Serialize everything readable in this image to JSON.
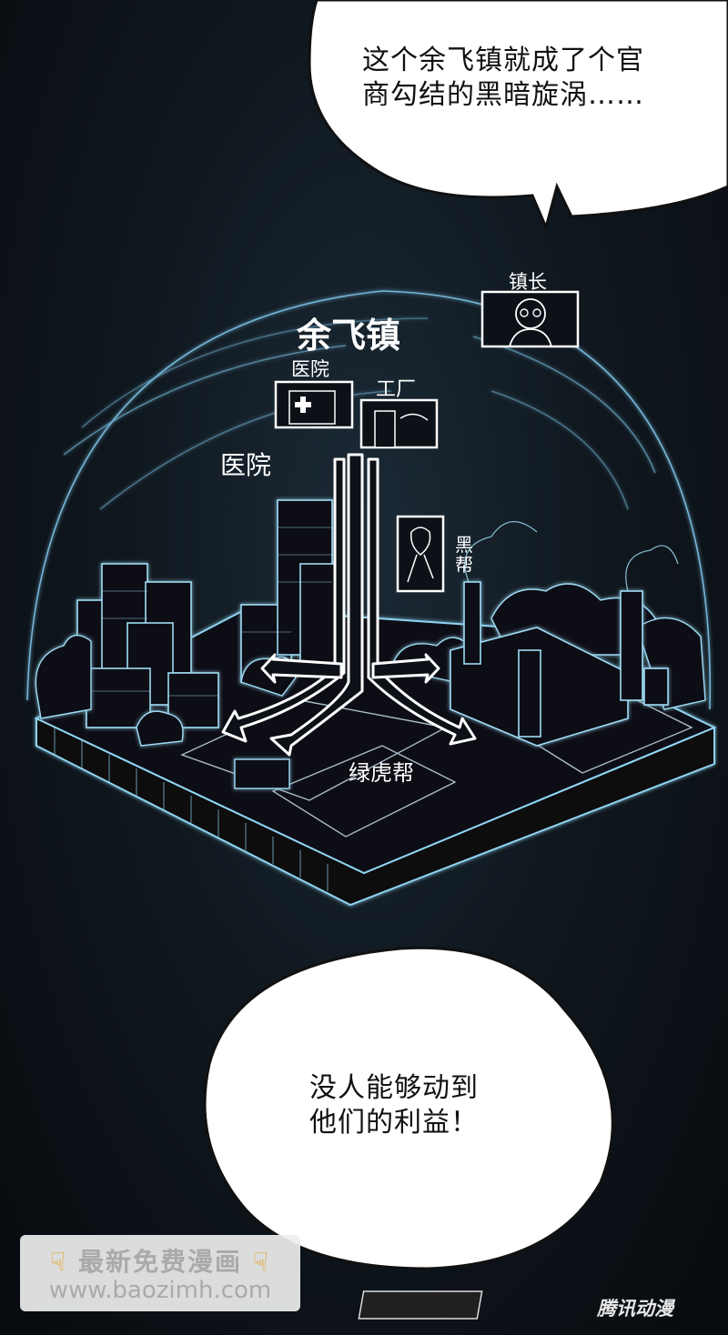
{
  "bubble_top": {
    "lines": [
      "这个余飞镇就成了个官",
      "商勾结的黑暗旋涡……"
    ]
  },
  "bubble_bottom": {
    "lines": [
      "没人能够动到",
      "他们的利益！"
    ]
  },
  "diagram": {
    "town_name": "余飞镇",
    "hospital_icon_label": "医院",
    "hospital_label": "医院",
    "factory_label": "工厂",
    "mayor_label": "镇长",
    "gang_label": "黑帮",
    "green_tiger_label": "绿虎帮"
  },
  "watermark": {
    "title": "最新免费漫画",
    "url": "www.baozimh.com",
    "hand_icon": "pointing-down-hand-icon"
  },
  "publisher_logo": "腾讯动漫",
  "colors": {
    "background": "#0b1117",
    "glow": "#7fc6ea",
    "bubble": "#ffffff",
    "text_dark": "#111111"
  }
}
